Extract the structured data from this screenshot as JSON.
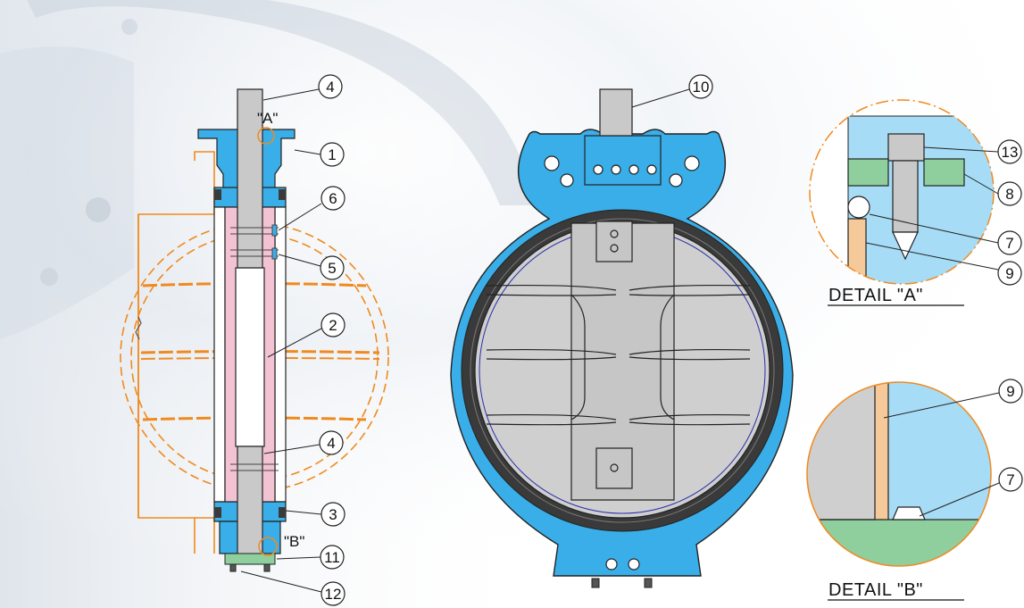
{
  "colors": {
    "body_blue": "#3aaee8",
    "disc_grey": "#c8c8c8",
    "stem_grey": "#c9c9c9",
    "seat_black": "#3a3a3a",
    "liner_pink": "#f4c3d3",
    "flange_orange": "#f08a1e",
    "bearing_green": "#8fcf9e",
    "seal_tan": "#f6c99a",
    "fluid_cyan": "#a7dcf6",
    "outline": "#222222"
  },
  "section_view": {
    "labels": {
      "detail_a_marker": "\"A\"",
      "detail_b_marker": "\"B\""
    },
    "callouts": [
      "4",
      "1",
      "6",
      "5",
      "2",
      "4",
      "3",
      "11",
      "12"
    ]
  },
  "front_view": {
    "callouts": [
      "10"
    ]
  },
  "detail_a": {
    "title": "DETAIL \"A\"",
    "callouts": [
      "13",
      "8",
      "7",
      "9"
    ]
  },
  "detail_b": {
    "title": "DETAIL \"B\"",
    "callouts": [
      "9",
      "7"
    ]
  }
}
